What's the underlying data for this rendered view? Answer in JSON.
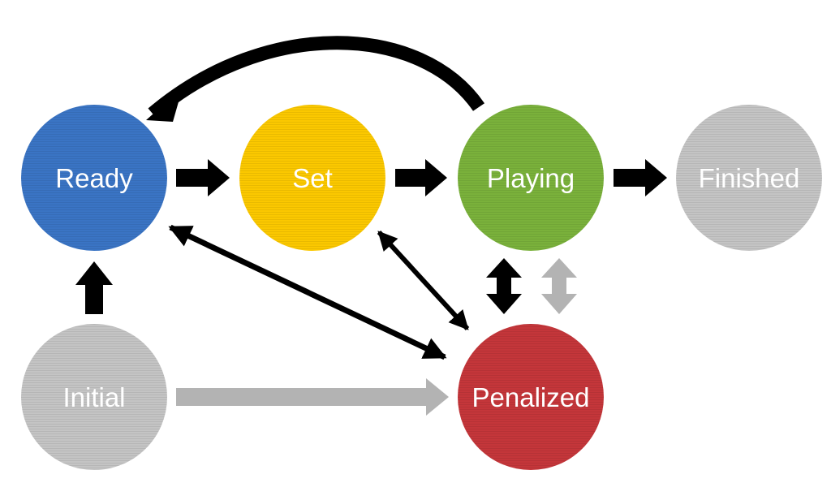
{
  "states": {
    "ready": {
      "label": "Ready",
      "color": "#3a74c4"
    },
    "set": {
      "label": "Set",
      "color": "#fbc800"
    },
    "playing": {
      "label": "Playing",
      "color": "#7ab13b"
    },
    "finished": {
      "label": "Finished",
      "color": "#c4c4c4"
    },
    "initial": {
      "label": "Initial",
      "color": "#c4c4c4"
    },
    "penalized": {
      "label": "Penalized",
      "color": "#c4363a"
    }
  },
  "arrow_colors": {
    "primary": "#000000",
    "secondary": "#b3b3b3"
  }
}
